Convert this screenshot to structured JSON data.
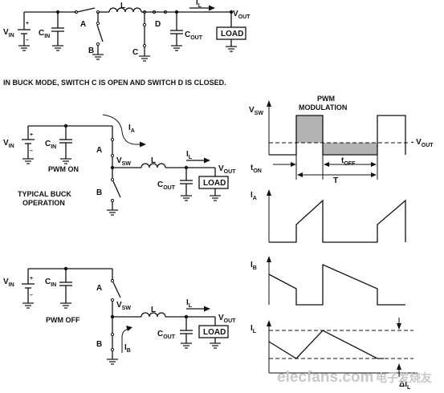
{
  "top_circuit": {
    "vin": "V",
    "vin_sub": "IN",
    "cin": "C",
    "cin_sub": "IN",
    "node_a": "A",
    "node_b": "B",
    "node_c": "C",
    "node_d": "D",
    "inductor": "L",
    "current": "I",
    "current_sub": "L",
    "vout": "V",
    "vout_sub": "OUT",
    "cout": "C",
    "cout_sub": "OUT",
    "load": "LOAD",
    "plus": "+",
    "minus": "–"
  },
  "note": "IN BUCK MODE, SWITCH C IS OPEN AND SWITCH D IS CLOSED.",
  "pwm_on_circuit": {
    "vin": "V",
    "vin_sub": "IN",
    "cin": "C",
    "cin_sub": "IN",
    "ia": "I",
    "ia_sub": "A",
    "node_a": "A",
    "node_b": "B",
    "vsw": "V",
    "vsw_sub": "SW",
    "inductor": "L",
    "il": "I",
    "il_sub": "L",
    "vout": "V",
    "vout_sub": "OUT",
    "cout": "C",
    "cout_sub": "OUT",
    "load": "LOAD",
    "state": "PWM ON",
    "caption_line1": "TYPICAL BUCK",
    "caption_line2": "OPERATION",
    "plus": "+",
    "minus": "–"
  },
  "pwm_off_circuit": {
    "vin": "V",
    "vin_sub": "IN",
    "cin": "C",
    "cin_sub": "IN",
    "node_a": "A",
    "node_b": "B",
    "vsw": "V",
    "vsw_sub": "SW",
    "inductor": "L",
    "il": "I",
    "il_sub": "L",
    "ib": "I",
    "ib_sub": "B",
    "vout": "V",
    "vout_sub": "OUT",
    "cout": "C",
    "cout_sub": "OUT",
    "load": "LOAD",
    "state": "PWM OFF",
    "plus": "+",
    "minus": "–"
  },
  "waveforms": {
    "title_line1": "PWM",
    "title_line2": "MODULATION",
    "vsw": "V",
    "vsw_sub": "SW",
    "vout": "V",
    "vout_sub": "OUT",
    "ton": "t",
    "ton_sub": "ON",
    "toff": "t",
    "toff_sub": "OFF",
    "period": "T",
    "ia": "I",
    "ia_sub": "A",
    "ib": "I",
    "ib_sub": "B",
    "il": "I",
    "il_sub": "L",
    "delta_il": "ΔI",
    "delta_il_sub": "L",
    "shade_color": "#b3b3b3"
  },
  "watermark": {
    "latin": "elecfans.com",
    "cjk": "电子发烧友"
  }
}
